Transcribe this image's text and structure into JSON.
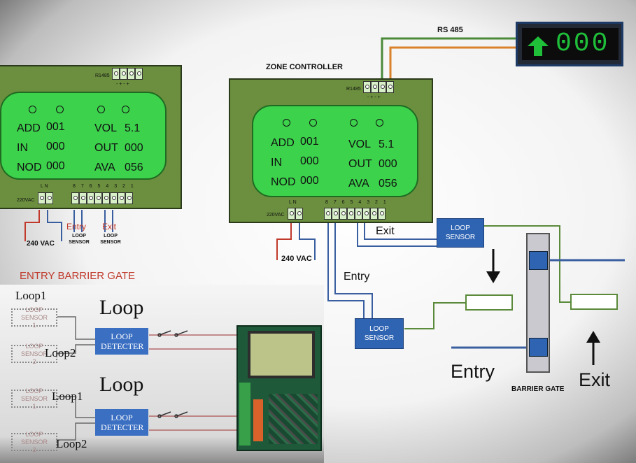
{
  "left_controller": {
    "rs485_label": "R1485",
    "rs485_pins": "- + - +",
    "readout": {
      "add_label": "ADD",
      "add_value": "001",
      "in_label": "IN",
      "in_value": "000",
      "nod_label": "NOD",
      "nod_value": "000",
      "vol_label": "VOL",
      "vol_value": "5.1",
      "out_label": "OUT",
      "out_value": "000",
      "ava_label": "AVA",
      "ava_value": "056"
    },
    "power_label": "220VAC",
    "power_pins": "L  N",
    "terminal_pins": "8 7 6 5 4 3 2 1",
    "supply_label": "240 VAC",
    "entry_label": "Entry",
    "exit_label": "Exit",
    "loop_sensor_label": "LOOP SENSOR"
  },
  "section_title": "ENTRY BARRIER GATE",
  "zone_controller": {
    "title": "ZONE CONTROLLER",
    "rs485_label": "R1485",
    "rs485_pins": "- + - +",
    "readout": {
      "add_label": "ADD",
      "add_value": "001",
      "in_label": "IN",
      "in_value": "000",
      "nod_label": "NOD",
      "nod_value": "000",
      "vol_label": "VOL",
      "vol_value": "5.1",
      "out_label": "OUT",
      "out_value": "000",
      "ava_label": "AVA",
      "ava_value": "056"
    },
    "power_label": "220VAC",
    "power_pins": "L  N",
    "terminal_pins": "8 7 6 5 4 3 2 1",
    "supply_label": "240 VAC"
  },
  "rs485_bus_label": "RS 485",
  "display": {
    "arrow": "up-arrow-icon",
    "count": "000",
    "color": "#1fbf3a"
  },
  "wiring": {
    "exit_label": "Exit",
    "entry_label": "Entry",
    "loop_sensor_top": "LOOP SENSOR",
    "loop_sensor_bottom": "LOOP SENSOR"
  },
  "gate": {
    "label": "BARRIER GATE",
    "entry_label": "Entry",
    "exit_label": "Exit"
  },
  "inset": {
    "group1": {
      "heading": "Loop",
      "loop1": "Loop1",
      "loop2": "Loop2",
      "sensor1": "LOOP SENSOR 1",
      "sensor2": "LOOP SENSOR 2",
      "detector": "LOOP DETECTER"
    },
    "group2": {
      "heading": "Loop",
      "loop1": "Loop1",
      "loop2": "Loop2",
      "sensor1": "LOOP SENSOR 1",
      "sensor2": "LOOP SENSOR 2",
      "detector": "LOOP DETECTER"
    }
  },
  "colors": {
    "board": "#6b8f3e",
    "screen": "#3cd24c",
    "sensor_blue": "#2f64b3",
    "wire_red": "#c0392b",
    "wire_blue": "#3a5fa0",
    "wire_green": "#5a8a3a",
    "wire_orange": "#d9822b",
    "title_red": "#c0392b"
  }
}
